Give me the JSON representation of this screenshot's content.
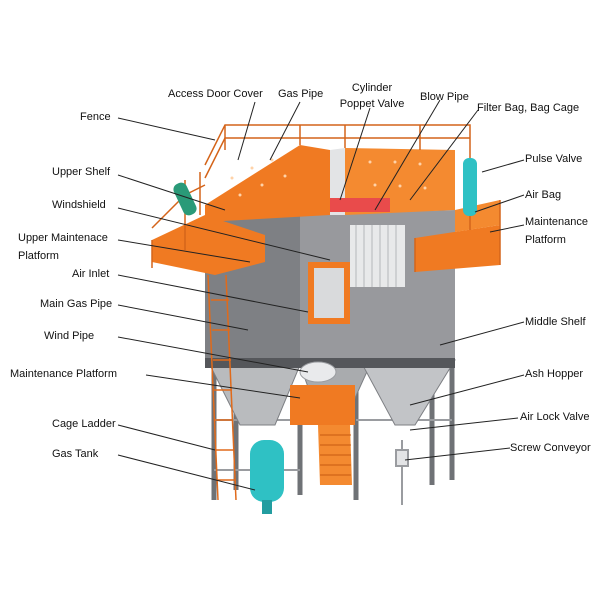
{
  "labels": {
    "access_door_cover": "Access Door Cover",
    "gas_pipe": "Gas Pipe",
    "cylinder_poppet_valve": "Cylinder Poppet Valve",
    "blow_pipe": "Blow Pipe",
    "filter_bag_cage": "Filter Bag, Bag Cage",
    "fence": "Fence",
    "upper_shelf": "Upper Shelf",
    "windshield": "Windshield",
    "upper_maintenance_platform": "Upper Maintenace Platform",
    "air_inlet": "Air Inlet",
    "main_gas_pipe": "Main Gas Pipe",
    "wind_pipe": "Wind Pipe",
    "maintenance_platform_left": "Maintenance Platform",
    "cage_ladder": "Cage Ladder",
    "gas_tank": "Gas Tank",
    "pulse_valve": "Pulse Valve",
    "air_bag": "Air Bag",
    "maintenance_platform_right": "Maintenance Platform",
    "middle_shelf": "Middle Shelf",
    "ash_hopper": "Ash Hopper",
    "air_lock_valve": "Air Lock Valve",
    "screw_conveyor": "Screw Conveyor"
  },
  "colors": {
    "orange": "#f07a22",
    "orange_dark": "#c85a10",
    "body_gray": "#8e9094",
    "body_gray_dark": "#6c6e72",
    "teal": "#2fc1c4",
    "steel": "#7a7c80",
    "leader": "#222222"
  }
}
